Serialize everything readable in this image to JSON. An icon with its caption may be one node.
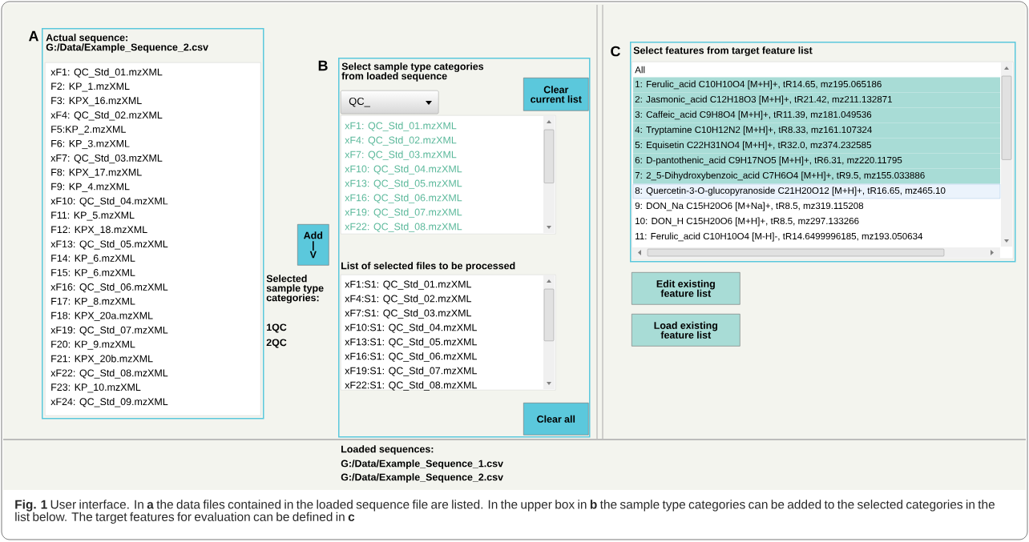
{
  "diagram": {
    "caption": "**Fig. 1** User interface. In **a** the data files contained in the loaded sequence file are listed. In the upper box in **b** the sample type categories can be added to the selected categories in the list below. The target features for evaluation can be defined in **c**",
    "nodes": [
      {
        "text": [
          "Actual sequence: G:/Data/Example_Sequence_2.csv"
        ]
      },
      {
        "text": [
          "xF1: QC_Std_01.mzXML",
          "F2: KP_1.mzXML",
          "F3: KPX_16.mzXML",
          "xF4: QC_Std_02.mzXML",
          "F5:KP_2.mzXML",
          "F6: KP_3.mzXML",
          "xF7: QC_Std_03.mzXML",
          "F8: KPX_17.mzXML",
          "F9: KP_4.mzXML",
          "xF10: QC_Std_04.mzXML",
          "F11: KP_5.mzXML",
          "F12: KPX_18.mzXML",
          "xF13: QC_Std_05.mzXML",
          "F14: KP_6.mzXML",
          "F15: KP_6.mzXML",
          "xF16: QC_Std_06.mzXML",
          "F17: KP_8.mzXML",
          "F18: KPX_20a.mzXML",
          "xF19: QC_Std_07.mzXML",
          "F20: KP_9.mzXML",
          "F21: KPX_20b.mzXML",
          "xF22: QC_Std_08.mzXML",
          "F23: KP_10.mzXML",
          "xF24: QC_Std_09.mzXML"
        ],
        "in": 0
      },
      {
        "text": [
          "Add | V"
        ]
      },
      {
        "text": [
          "Select sample type categories from loaded sequence"
        ]
      },
      {
        "text": [
          "QC_"
        ],
        "in": 3
      },
      {
        "text": [
          "Clear current list"
        ],
        "in": 3
      },
      {
        "text": [
          "xF1: QC_Std_01.mzXML",
          "xF4: QC_Std_02.mzXML",
          "xF7: QC_Std_03.mzXML",
          "xF10: QC_Std_04.mzXML",
          "xF13: QC_Std_05.mzXML",
          "xF16: QC_Std_06.mzXML",
          "xF19: QC_Std_07.mzXML",
          "xF22: QC_Std_08.mzXML"
        ],
        "in": 3
      },
      {
        "text": [
          "List of selected files to be processed",
          "xF1:S1: QC_Std_01.mzXML",
          "xF4:S1: QC_Std_02.mzXML",
          "xF7:S1: QC_Std_03.mzXML",
          "xF10:S1: QC_Std_04.mzXML",
          "xF13:S1: QC_Std_05.mzXML",
          "xF16:S1: QC_Std_06.mzXML",
          "xF19:S1: QC_Std_07.mzXML",
          "xF22:S1: QC_Std_08.mzXML"
        ],
        "in": 3
      },
      {
        "text": [
          "Clear all"
        ],
        "in": 3
      },
      {
        "text": [
          "Select features from target feature list"
        ]
      },
      {
        "text": [
          "All",
          "1: Ferulic_acid C10H10O4 [M+H]+, tR14.65, mz195.065186",
          "2: Jasmonic_acid C12H18O3 [M+H]+, tR21.42, mz211.132871",
          "3: Caffeic_acid C9H8O4 [M+H]+, tR11.39, mz181.049536",
          "4: Tryptamine C10H12N2 [M+H]+, tR8.33, mz161.107324",
          "5: Equisetin C22H31NO4 [M+H]+, tR32.0, mz374.232585",
          "6: D-pantothenic_acid C9H17NO5 [M+H]+, tR6.31, mz220.11795",
          "7: 2_5-Dihydroxybenzoic_acid C7H6O4 [M+H]+, tR9.5, mz155.033886",
          "8: Quercetin-3-O-glucopyranoside C21H20O12 [M+H]+, tR16.65, mz465.10",
          "9: DON_Na C15H20O6 [M+Na]+, tR8.5, mz319.115208",
          "10: DON_H C15H20O6 [M+H]+, tR8.5, mz297.133266",
          "11: Ferulic_acid C10H10O4 [M-H]-, tR14.6499996185, mz193.050634"
        ],
        "in": 9
      },
      {
        "text": [
          "Edit existing feature list"
        ]
      },
      {
        "text": [
          "Load existing feature list"
        ]
      }
    ],
    "labels": [
      "A",
      "B",
      "C",
      "Selected sample type categories:",
      "1QC",
      "2QC",
      "Loaded sequences:",
      "G:/Data/Example_Sequence_1.csv",
      "G:/Data/Example_Sequence_2.csv"
    ]
  }
}
